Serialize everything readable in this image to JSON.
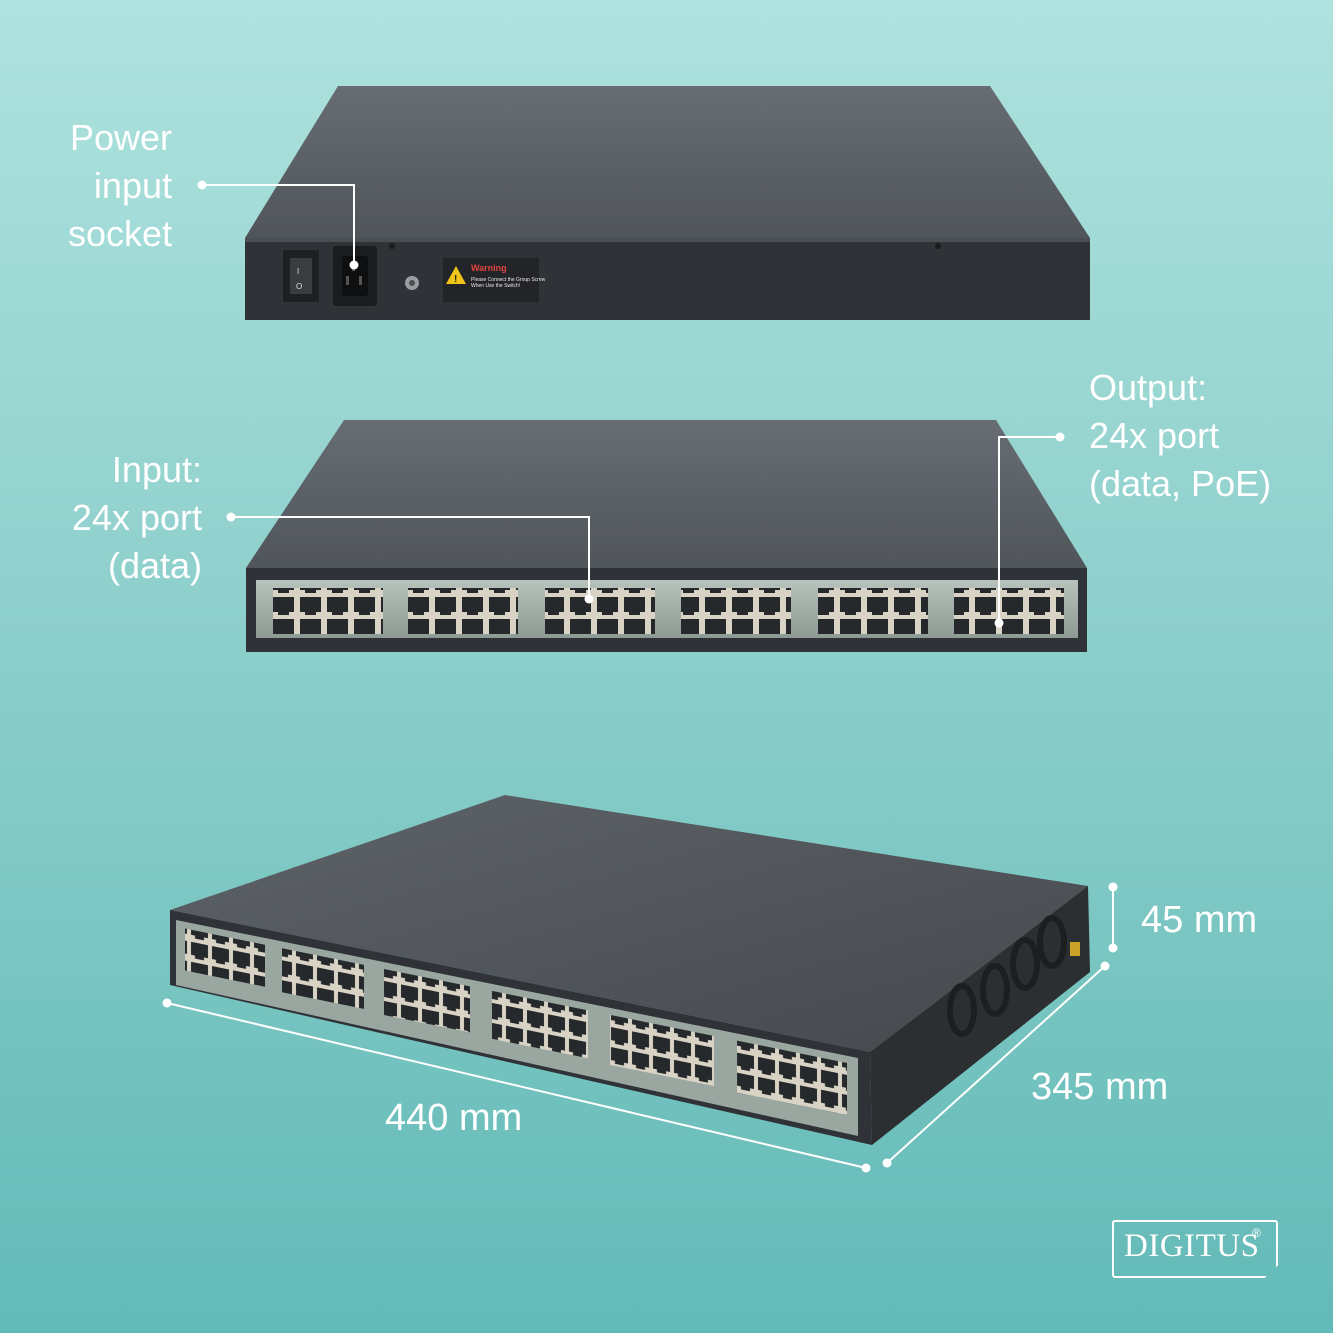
{
  "labels": {
    "power": [
      "Power",
      "input",
      "socket"
    ],
    "input": [
      "Input:",
      "24x port",
      "(data)"
    ],
    "output": [
      "Output:",
      "24x port",
      "(data, PoE)"
    ]
  },
  "dimensions": {
    "height": "45 mm",
    "depth": "345 mm",
    "width": "440 mm"
  },
  "warning": {
    "title": "Warning",
    "body": "Please Connect the Group Screw When Use the Switch!"
  },
  "brand": {
    "name": "DIGITUS",
    "registered": "®"
  },
  "colors": {
    "background_top": "#aee2de",
    "background_bottom": "#62bab7",
    "device": "#3f4347",
    "label": "#ffffff"
  }
}
